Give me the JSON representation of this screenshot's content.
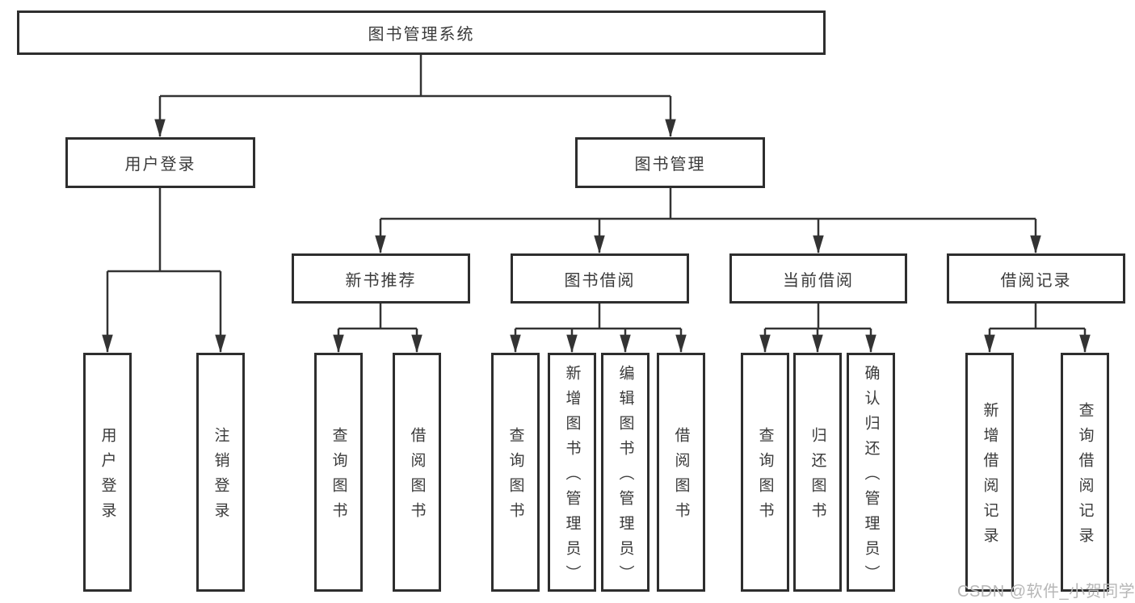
{
  "diagram": {
    "root": {
      "label": "图书管理系统"
    },
    "branches": [
      {
        "label": "用户登录",
        "leaves": [
          {
            "label": "用户登录"
          },
          {
            "label": "注销登录"
          }
        ]
      },
      {
        "label": "图书管理",
        "groups": [
          {
            "label": "新书推荐",
            "leaves": [
              {
                "label": "查询图书"
              },
              {
                "label": "借阅图书"
              }
            ]
          },
          {
            "label": "图书借阅",
            "leaves": [
              {
                "label": "查询图书"
              },
              {
                "label": "新增图书（管理员）"
              },
              {
                "label": "编辑图书（管理员）"
              },
              {
                "label": "借阅图书"
              }
            ]
          },
          {
            "label": "当前借阅",
            "leaves": [
              {
                "label": "查询图书"
              },
              {
                "label": "归还图书"
              },
              {
                "label": "确认归还（管理员）"
              }
            ]
          },
          {
            "label": "借阅记录",
            "leaves": [
              {
                "label": "新增借阅记录"
              },
              {
                "label": "查询借阅记录"
              }
            ]
          }
        ]
      }
    ]
  },
  "watermark": {
    "text": "CSDN @软件_小贺同学"
  },
  "colors": {
    "line": "#333333",
    "box_border": "#2e2e2e",
    "text": "#3a3a3a",
    "background": "#ffffff",
    "watermark": "#b7b7b7"
  }
}
